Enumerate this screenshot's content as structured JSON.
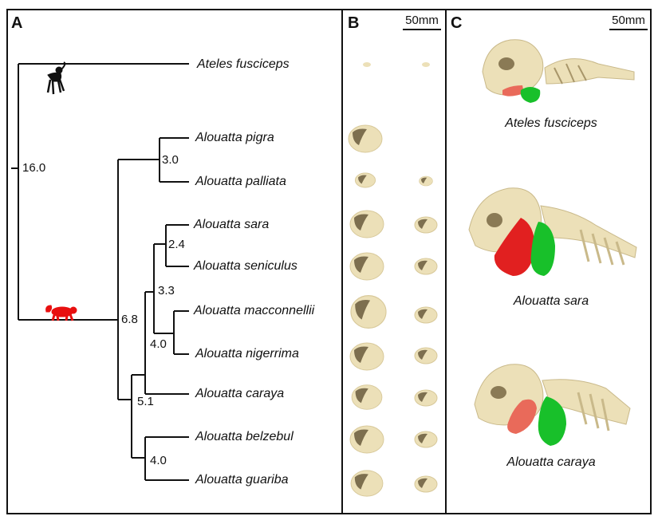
{
  "panels": {
    "a": "A",
    "b": "B",
    "c": "C"
  },
  "scale_bar": {
    "b": "50mm",
    "c": "50mm"
  },
  "tree": {
    "taxa": [
      "Ateles fusciceps",
      "Alouatta pigra",
      "Alouatta palliata",
      "Alouatta sara",
      "Alouatta seniculus",
      "Alouatta macconnellii",
      "Alouatta nigerrima",
      "Alouatta caraya",
      "Alouatta belzebul",
      "Alouatta guariba"
    ],
    "node_ages": {
      "root": "16.0",
      "alouatta": "6.8",
      "pigra_palliata": "3.0",
      "sara_seniculus": "2.4",
      "northern_clade": "3.3",
      "macconnellii_nigerrima": "4.0",
      "caraya_split": "5.1",
      "belzebul_guariba": "4.0"
    },
    "icons": {
      "outgroup": "spider-monkey-silhouette-icon",
      "ingroup": "howler-monkey-silhouette-icon"
    },
    "colors": {
      "outgroup_icon": "#111111",
      "ingroup_icon": "#e81010"
    }
  },
  "hyoid_column_missing_rows": [
    1
  ],
  "skull_captions": [
    "Ateles fusciceps",
    "Alouatta sara",
    "Alouatta caraya"
  ],
  "colors": {
    "bone": "#ece0b8",
    "bone_shade": "#7d6f4f",
    "green_structure": "#18c02a",
    "red_structure": "#e12020"
  }
}
